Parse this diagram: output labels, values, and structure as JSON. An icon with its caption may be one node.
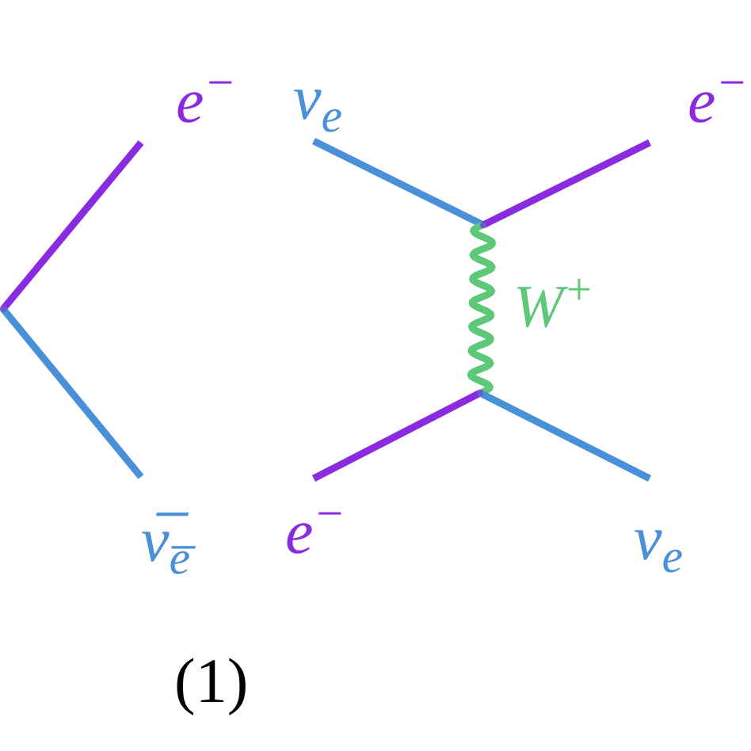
{
  "diagram": {
    "nodes": [
      {
        "text": [
          "e$^{−}$"
        ]
      },
      {
        "text": [
          "ν$_{e}$"
        ]
      },
      {
        "text": [
          "e$^{−}$"
        ]
      },
      {
        "text": [],
        "shape": "point"
      },
      {
        "text": [],
        "shape": "point"
      },
      {
        "text": [],
        "shape": "point"
      },
      {
        "text": [
          "ν̅$_{e̅}$"
        ]
      },
      {
        "text": [
          "e$^{−}$"
        ]
      },
      {
        "text": [
          "ν$_{e}$"
        ]
      }
    ],
    "edges": [
      {
        "from": 3,
        "to": 0,
        "arrow": "none",
        "color": "#8a2be2"
      },
      {
        "from": 3,
        "to": 6,
        "arrow": "none",
        "color": "#4a90d9"
      },
      {
        "from": 1,
        "to": 4,
        "arrow": "none",
        "color": "#4a90d9"
      },
      {
        "from": 4,
        "to": 2,
        "arrow": "none",
        "color": "#8a2be2"
      },
      {
        "from": 4,
        "to": 5,
        "arrow": "none",
        "color": "#5cc878",
        "label": "W$^{+}$"
      },
      {
        "from": 7,
        "to": 5,
        "arrow": "none",
        "color": "#8a2be2"
      },
      {
        "from": 5,
        "to": 8,
        "arrow": "none",
        "color": "#4a90d9"
      }
    ],
    "labels": [
      "(1)"
    ]
  }
}
